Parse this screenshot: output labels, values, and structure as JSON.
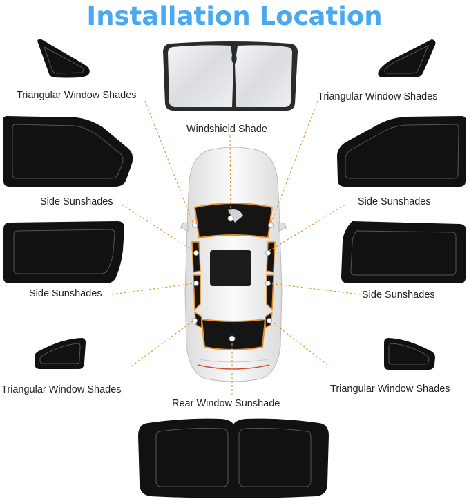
{
  "title": "Installation Location",
  "colors": {
    "title_fill": "#4aa8f0",
    "shade_fill": "#111111",
    "shade_inner_stroke": "#555555",
    "reflective": "#e4e6e9",
    "leader_line": "#e8902a",
    "car_body": "#f2f2f2",
    "highlight_outline": "#e8902a"
  },
  "labels": {
    "triangular_top_left": "Triangular Window Shades",
    "triangular_top_right": "Triangular Window Shades",
    "windshield": "Windshield Shade",
    "side_upper_left": "Side Sunshades",
    "side_upper_right": "Side Sunshades",
    "side_lower_left": "Side Sunshades",
    "side_lower_right": "Side Sunshades",
    "triangular_bottom_left": "Triangular Window Shades",
    "triangular_bottom_right": "Triangular Window Shades",
    "rear_window": "Rear Window Sunshade"
  },
  "icons": {
    "windshield_shade": "windshield-shade-icon",
    "side_shade": "side-sunshade-icon",
    "triangular_shade": "triangular-shade-icon",
    "rear_shade": "rear-window-shade-icon",
    "car": "car-top-view-icon"
  }
}
